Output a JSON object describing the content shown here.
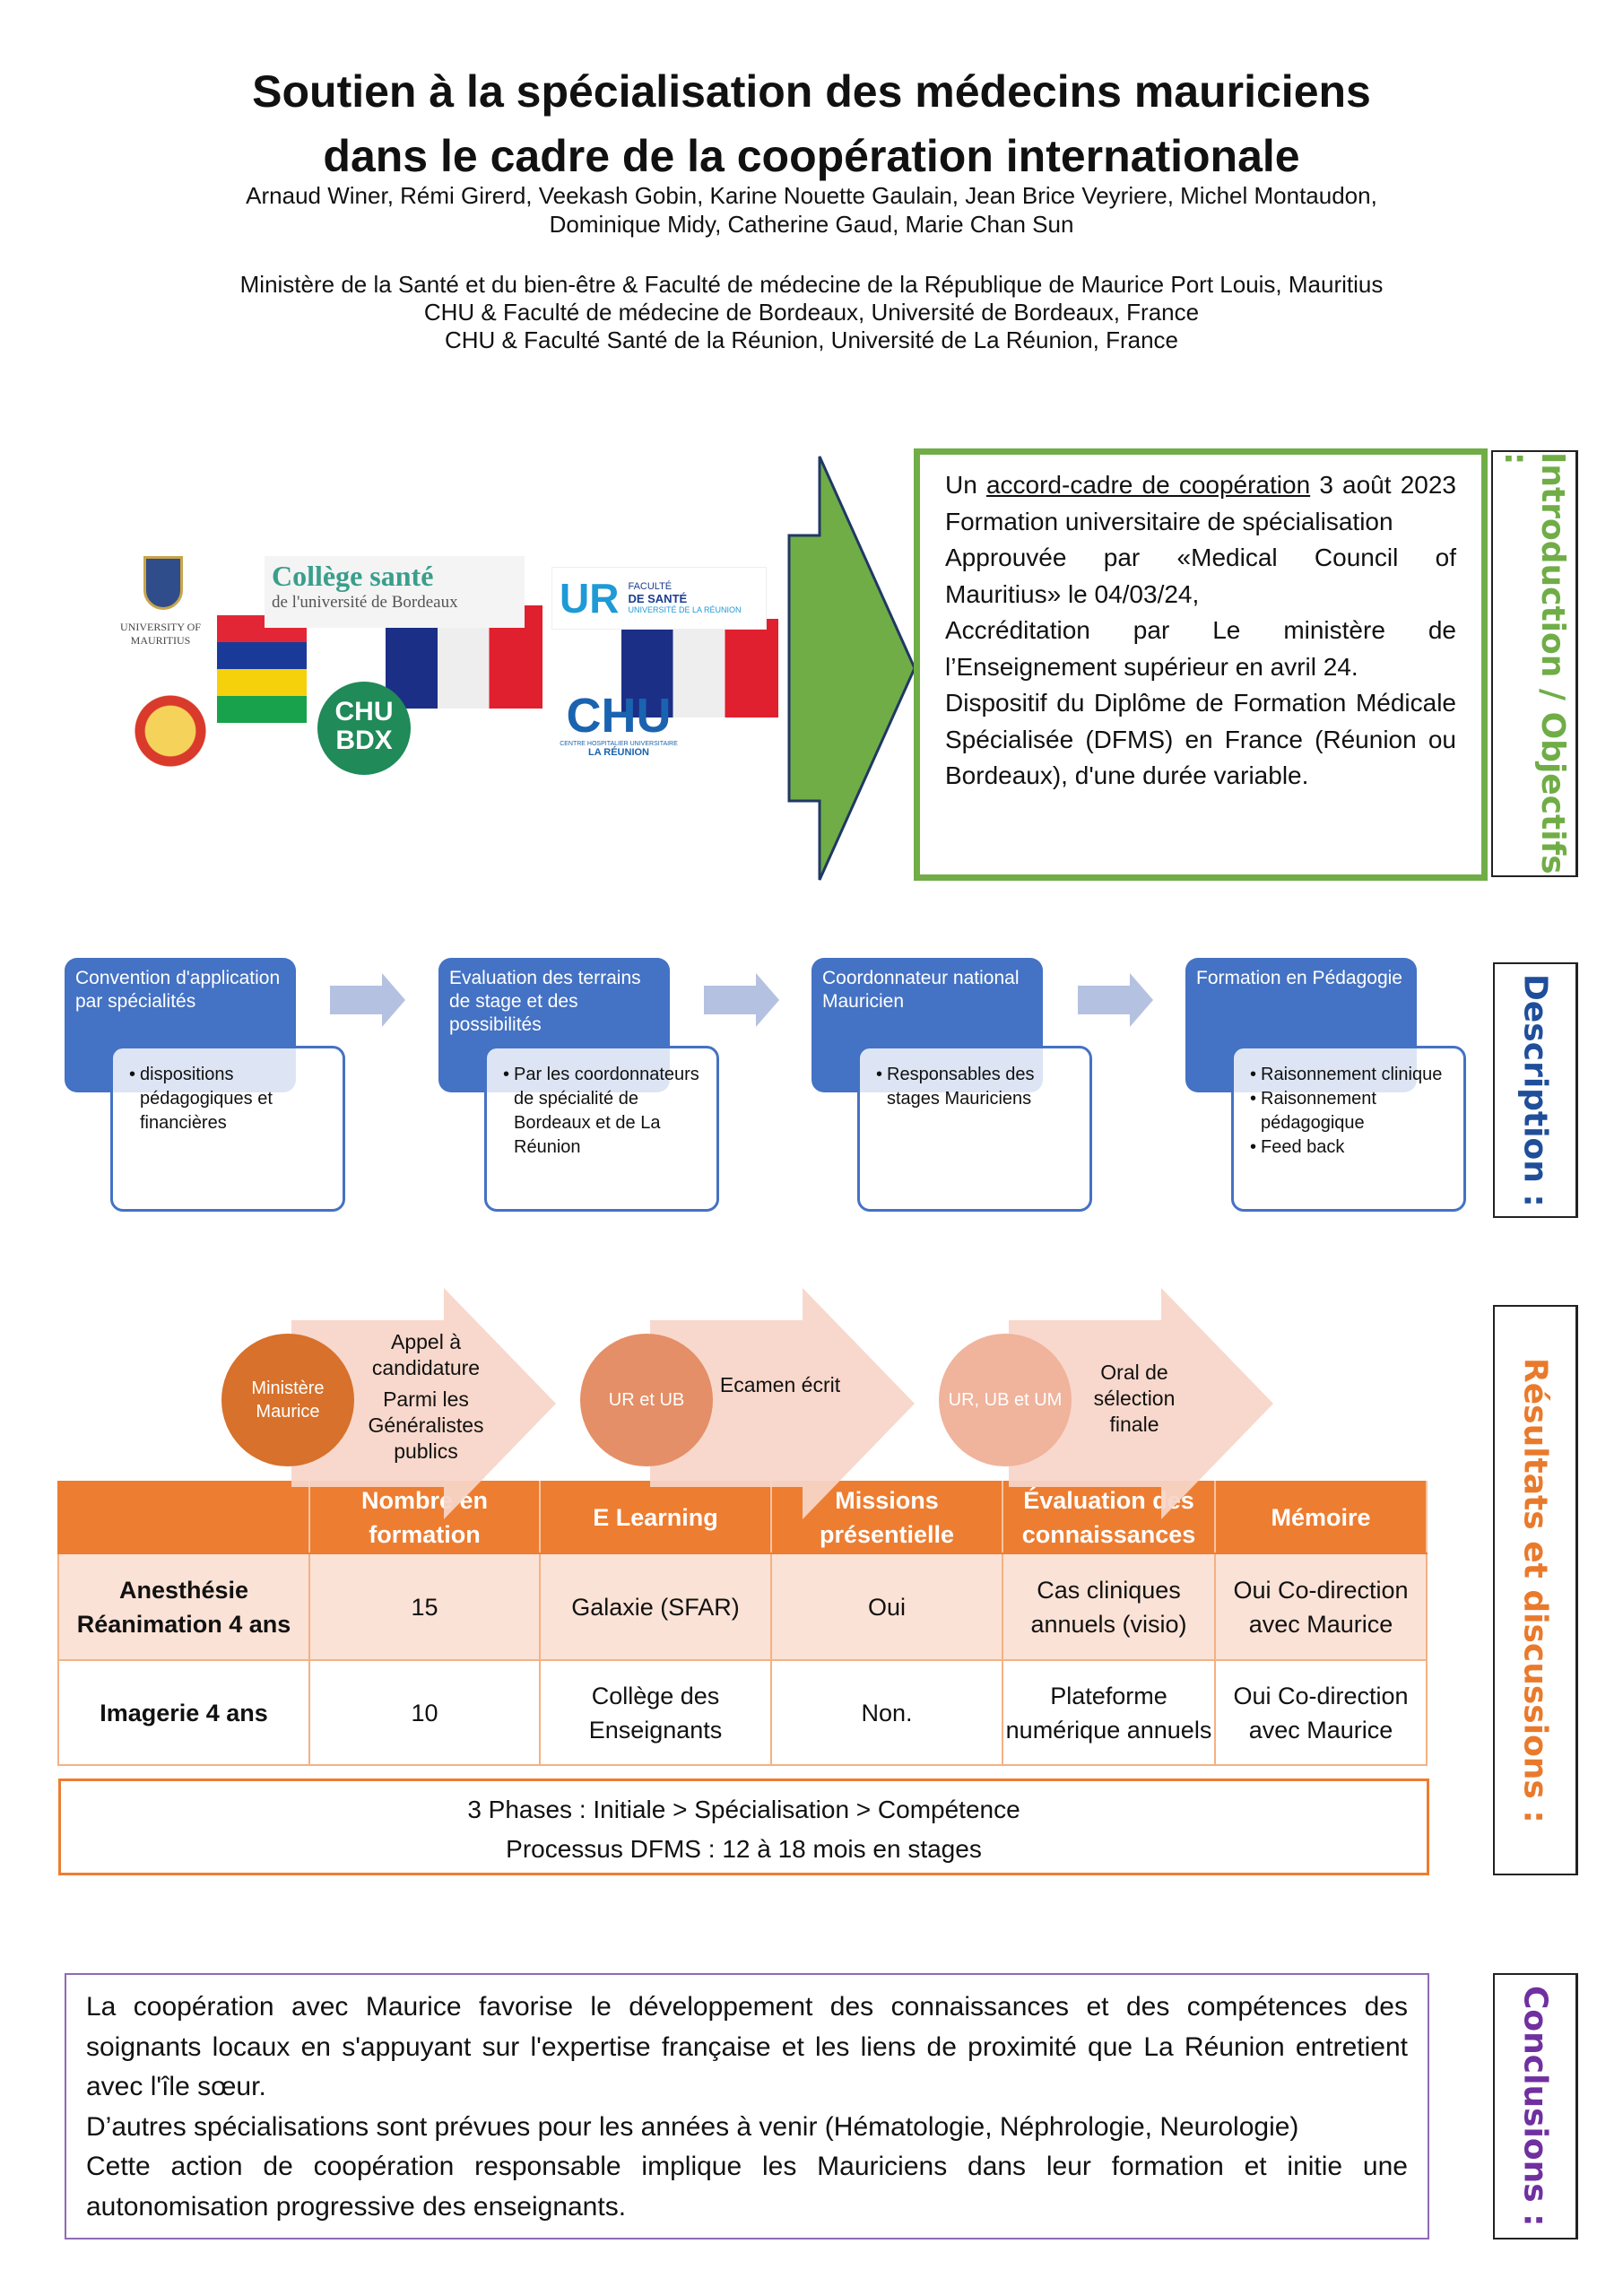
{
  "header": {
    "title_line1": "Soutien à la spécialisation des médecins mauriciens",
    "title_line2": "dans le cadre de la coopération internationale",
    "authors_line1": "Arnaud Winer, Rémi Girerd, Veekash Gobin, Karine Nouette Gaulain, Jean Brice Veyriere, Michel Montaudon,",
    "authors_line2": "Dominique Midy, Catherine Gaud, Marie Chan Sun",
    "affiliations": [
      "Ministère de la Santé et du bien-être & Faculté de médecine de la République de Maurice Port Louis, Mauritius",
      "CHU & Faculté de médecine de Bordeaux, Université de Bordeaux, France",
      "CHU & Faculté Santé de la Réunion, Université de La Réunion, France"
    ]
  },
  "logos": {
    "uom": "UNIVERSITY OF MAURITIUS",
    "college_title": "Collège santé",
    "college_sub": "de l'université de Bordeaux",
    "chu_bdx_1": "CHU",
    "chu_bdx_2": "BDX",
    "ur": "UR",
    "ur_fac": "FACULTÉ",
    "ur_sante": "DE SANTÉ",
    "ur_univ": "UNIVERSITÉ DE LA RÉUNION",
    "chu_run": "CHU",
    "chu_run_sub": "CENTRE HOSPITALIER UNIVERSITAIRE",
    "chu_run_place": "LA RÉUNION"
  },
  "intro": {
    "label": "Introduction / Objectifs :",
    "label_color": "#70ad47",
    "p1_pre": "Un ",
    "p1_link": "accord-cadre de coopération",
    "p1_post": " 3 août 2023 Formation universitaire de spécialisation",
    "p2": "Approuvée par «Medical Council of Mauritius» le 04/03/24,",
    "p3": "Accréditation par Le ministère de l’Enseignement supérieur en avril 24.",
    "p4": "Dispositif du Diplôme de Formation Médicale Spécialisée (DFMS) en France (Réunion ou Bordeaux), d'une durée variable."
  },
  "description": {
    "label": "Description :",
    "label_color": "#1f4e9a",
    "steps": [
      {
        "title": "Convention d'application par spécialités",
        "bullets": [
          "dispositions pédagogiques et financières"
        ]
      },
      {
        "title": "Evaluation des terrains de stage et des possibilités",
        "bullets": [
          "Par les coordonnateurs de spécialité de Bordeaux et de La Réunion"
        ]
      },
      {
        "title": "Coordonnateur national Mauricien",
        "bullets": [
          "Responsables des stages Mauriciens"
        ]
      },
      {
        "title": "Formation en Pédagogie",
        "bullets": [
          "Raisonnement clinique",
          "Raisonnement pédagogique",
          "Feed back"
        ]
      }
    ]
  },
  "results": {
    "label": "Résultats et discussions :",
    "label_color": "#e97a2c",
    "process": [
      {
        "actor": "Ministère Maurice",
        "step_a": "Appel à candidature",
        "step_b": "Parmi les Généralistes publics",
        "color": "#d7712b"
      },
      {
        "actor": "UR et UB",
        "step_a": "Ecamen écrit",
        "step_b": "",
        "color": "#e48f67"
      },
      {
        "actor": "UR, UB et UM",
        "step_a": "Oral de sélection finale",
        "step_b": "",
        "color": "#f0b39c"
      }
    ],
    "table": {
      "headers": [
        "",
        "Nombre en formation",
        "E Learning",
        "Missions présentielle",
        "Évaluation des connaissances",
        "Mémoire"
      ],
      "rows": [
        [
          "Anesthésie Réanimation 4 ans",
          "15",
          "Galaxie (SFAR)",
          "Oui",
          "Cas cliniques annuels (visio)",
          "Oui Co-direction avec Maurice"
        ],
        [
          "Imagerie 4 ans",
          "10",
          "Collège des Enseignants",
          "Non.",
          "Plateforme numérique annuels",
          "Oui Co-direction avec Maurice"
        ]
      ]
    },
    "phases_line1": "3 Phases : Initiale > Spécialisation > Compétence",
    "phases_line2": "Processus DFMS : 12 à 18 mois en stages"
  },
  "conclusions": {
    "label": "Conclusions :",
    "label_color": "#7030a0",
    "p1": "La coopération avec Maurice favorise le développement des connaissances et des compétences des soignants locaux en s'appuyant sur l'expertise française et les liens de proximité que La Réunion entretient avec l'île sœur.",
    "p2": "D’autres spécialisations sont prévues pour les années à venir (Hématologie, Néphrologie, Neurologie)",
    "p3": "Cette action de coopération responsable implique les Mauriciens dans leur formation et initie une autonomisation progressive des enseignants."
  }
}
